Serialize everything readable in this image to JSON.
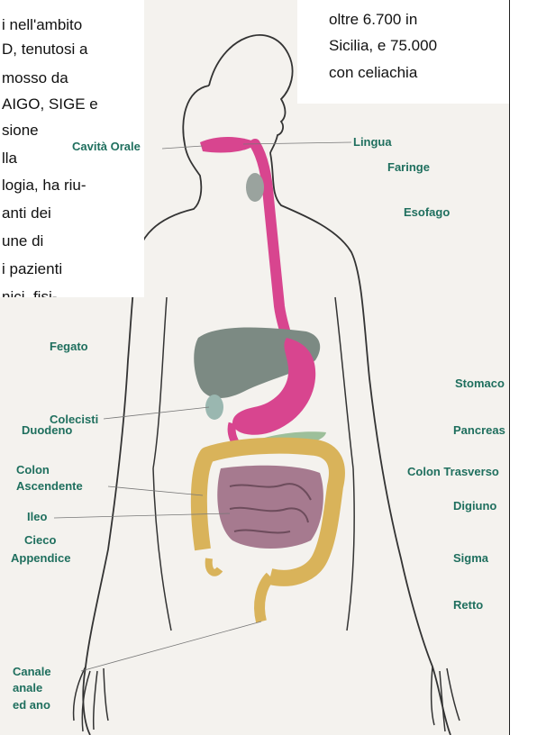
{
  "left_text": [
    "i nell'ambito",
    "D, tenutosi a",
    "mosso da",
    "AIGO, SIGE e",
    "sione",
    "lla",
    "logia, ha riu-",
    "anti dei",
    "une di",
    "i pazienti",
    "nici, fisi-"
  ],
  "box_text": {
    "line1": "oltre 6.700 in",
    "line2": "Sicilia, e 75.000",
    "line3": "con celiachia"
  },
  "labels": {
    "cavita_orale": "Cavità Orale",
    "lingua": "Lingua",
    "faringe": "Faringe",
    "esofago": "Esofago",
    "fegato": "Fegato",
    "stomaco": "Stomaco",
    "colecisti": "Colecisti",
    "duodeno": "Duodeno",
    "pancreas": "Pancreas",
    "colon": "Colon",
    "ascendente": "Ascendente",
    "colon_trasverso": "Colon Trasverso",
    "ileo": "Ileo",
    "digiuno": "Digiuno",
    "cieco": "Cieco",
    "appendice": "Appendice",
    "sigma": "Sigma",
    "retto": "Retto",
    "canale": "Canale",
    "anale": "anale",
    "ed_ano": "ed ano"
  },
  "colors": {
    "label": "#1f6f5e",
    "esophagus": "#d8458f",
    "liver": "#7c8a83",
    "intestine": "#a67a8f",
    "colon": "#d9b35a"
  }
}
